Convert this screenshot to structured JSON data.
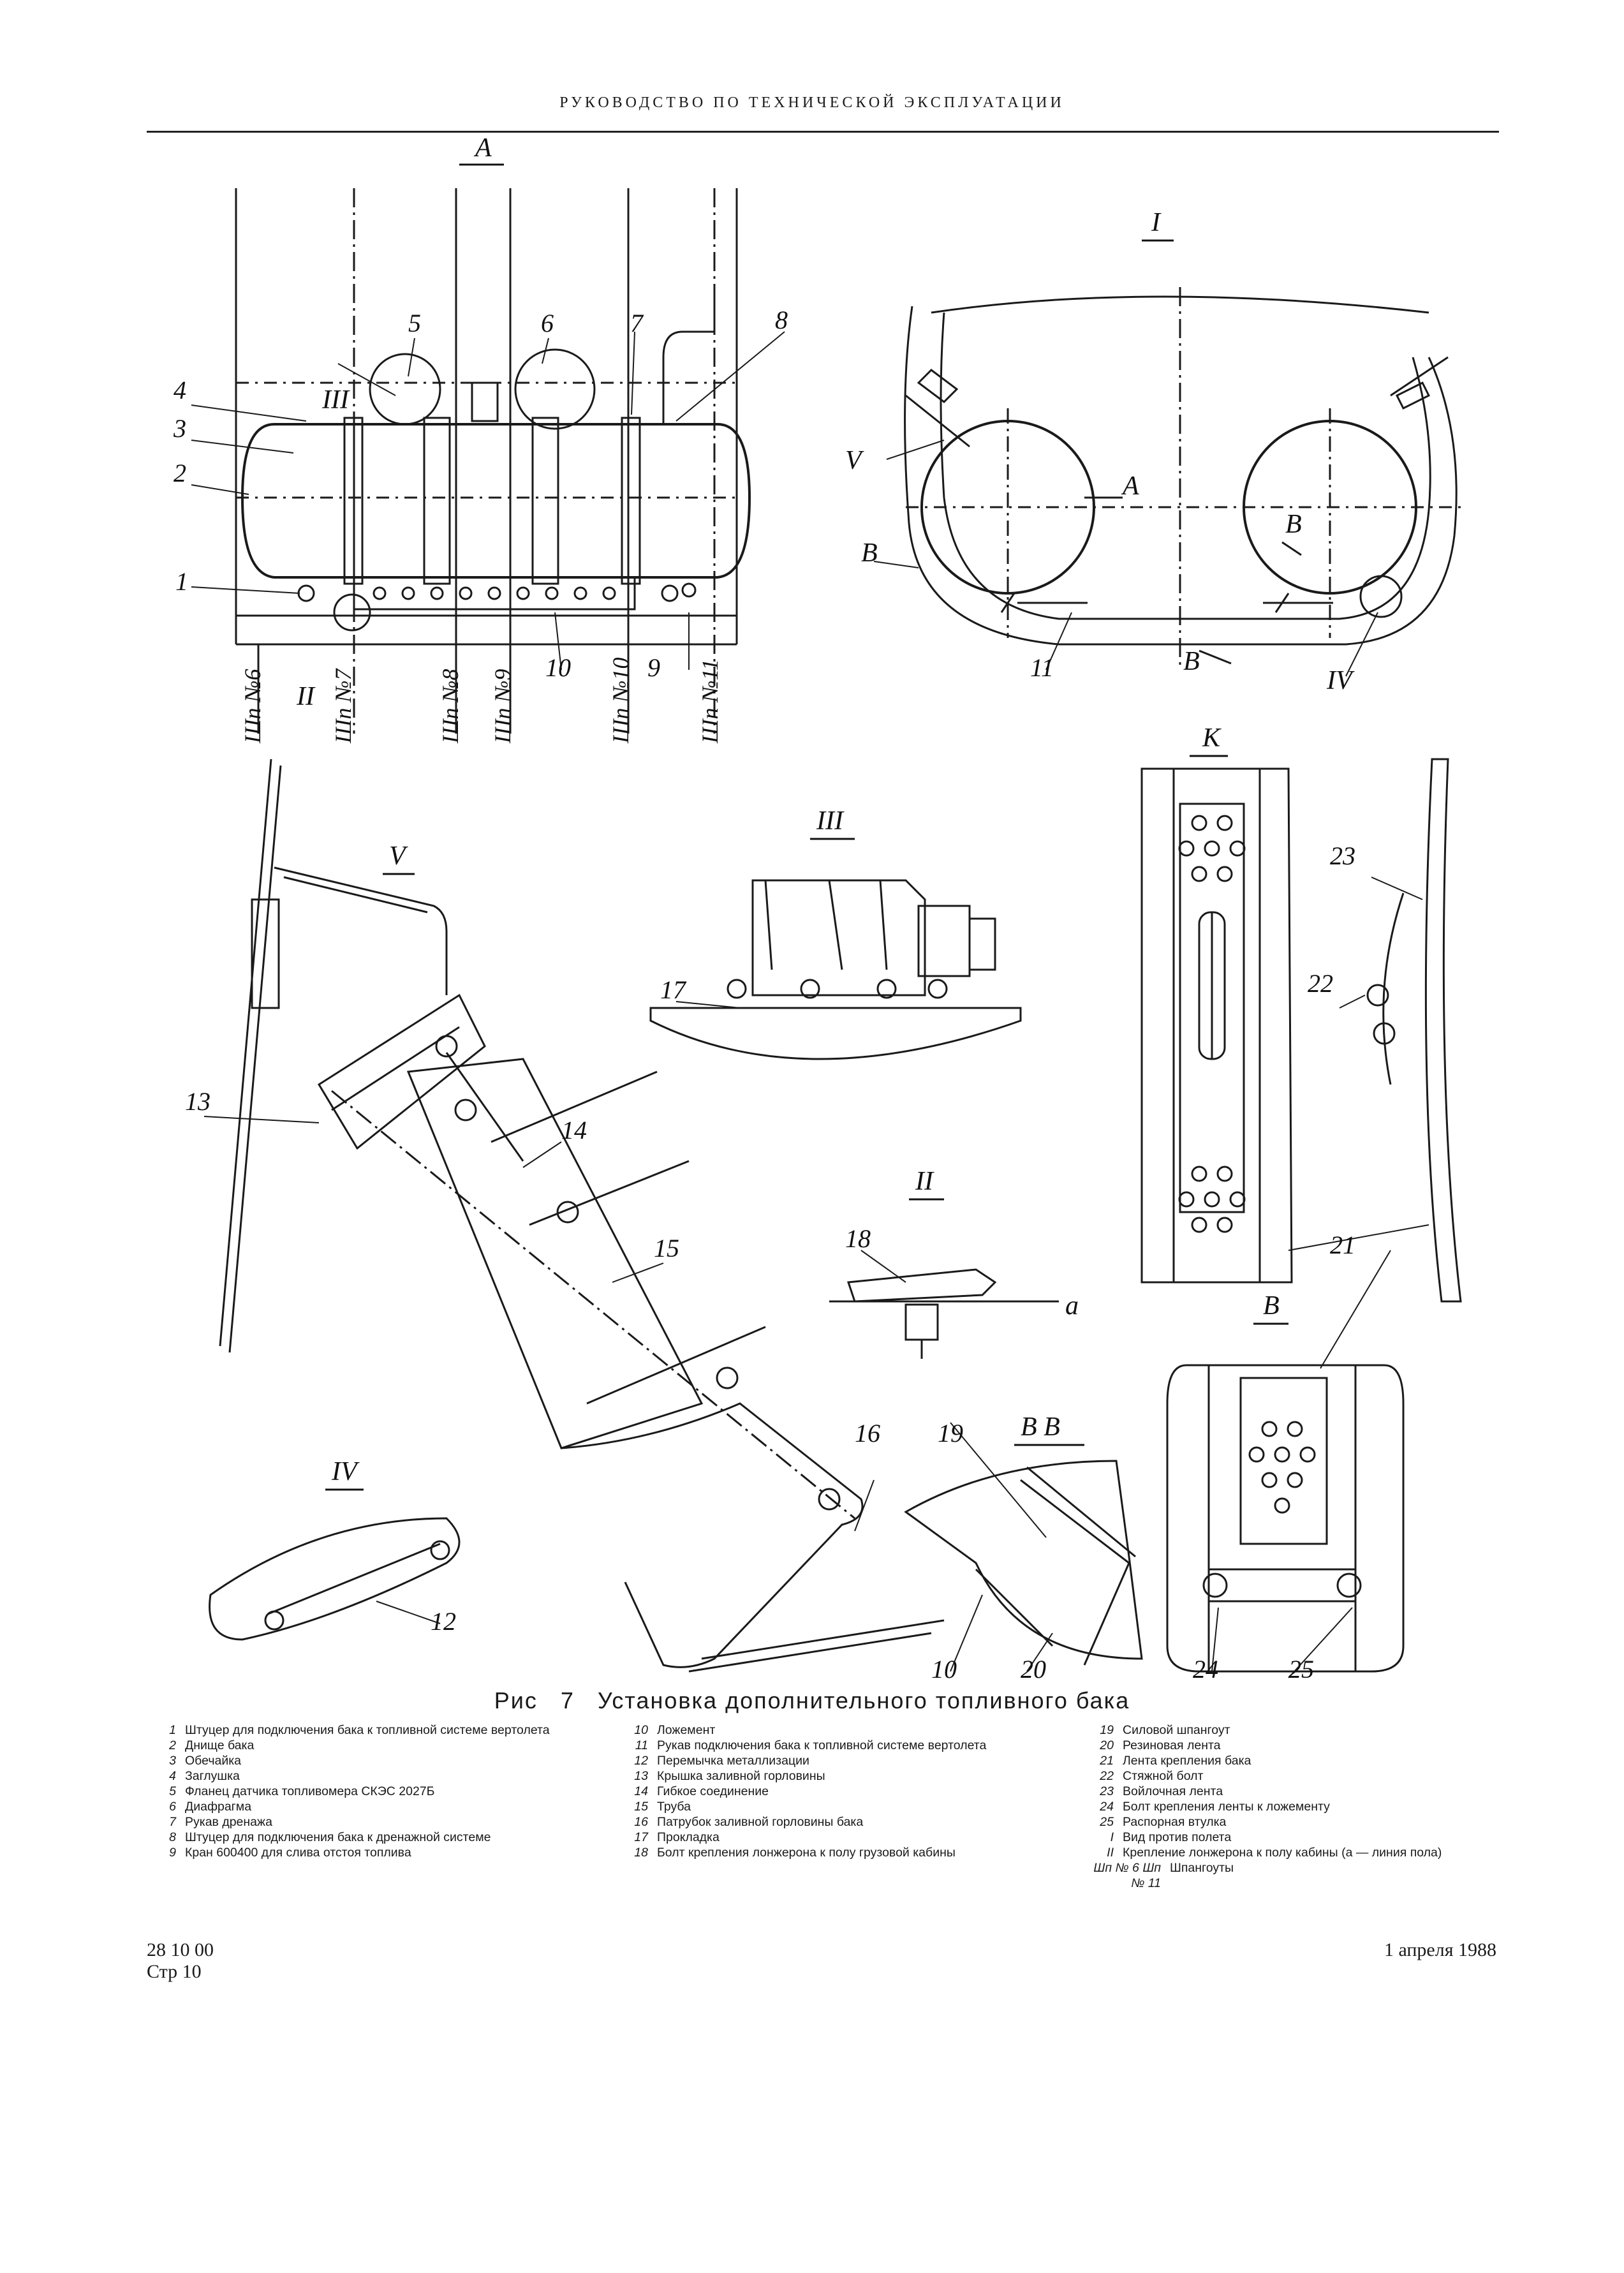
{
  "header": {
    "title": "РУКОВОДСТВО ПО ТЕХНИЧЕСКОЙ ЭКСПЛУАТАЦИИ"
  },
  "figure": {
    "views": {
      "A": "А",
      "I": "I",
      "II": "II",
      "III": "III",
      "IV": "IV",
      "V": "V",
      "K": "К",
      "B": "В",
      "BB": "В В",
      "a": "а"
    },
    "frames": [
      "Шп №6",
      "Шп №7",
      "Шп №8",
      "Шп №9",
      "Шп №10",
      "Шп №11"
    ],
    "callouts": [
      "1",
      "2",
      "3",
      "4",
      "5",
      "6",
      "7",
      "8",
      "9",
      "10",
      "11",
      "12",
      "13",
      "14",
      "15",
      "16",
      "17",
      "18",
      "19",
      "20",
      "21",
      "22",
      "23",
      "24",
      "25"
    ]
  },
  "caption": {
    "prefix": "Рис",
    "number": "7",
    "title": "Установка дополнительного топливного бака"
  },
  "legend": {
    "col1": [
      {
        "n": "1",
        "t": "Штуцер для подключения бака к топливной системе вертолета"
      },
      {
        "n": "2",
        "t": "Днище бака"
      },
      {
        "n": "3",
        "t": "Обечайка"
      },
      {
        "n": "4",
        "t": "Заглушка"
      },
      {
        "n": "5",
        "t": "Фланец датчика топливомера СКЭС 2027Б"
      },
      {
        "n": "6",
        "t": "Диафрагма"
      },
      {
        "n": "7",
        "t": "Рукав дренажа"
      },
      {
        "n": "8",
        "t": "Штуцер для подключения бака к дренажной системе"
      },
      {
        "n": "9",
        "t": "Кран 600400 для слива отстоя топлива"
      }
    ],
    "col2": [
      {
        "n": "10",
        "t": "Ложемент"
      },
      {
        "n": "11",
        "t": "Рукав подключения бака к топливной системе вертолета"
      },
      {
        "n": "12",
        "t": "Перемычка металлизации"
      },
      {
        "n": "13",
        "t": "Крышка заливной горловины"
      },
      {
        "n": "14",
        "t": "Гибкое соединение"
      },
      {
        "n": "15",
        "t": "Труба"
      },
      {
        "n": "16",
        "t": "Патрубок заливной горловины бака"
      },
      {
        "n": "17",
        "t": "Прокладка"
      },
      {
        "n": "18",
        "t": "Болт крепления лонжерона к полу грузовой кабины"
      }
    ],
    "col3": [
      {
        "n": "19",
        "t": "Силовой шпангоут"
      },
      {
        "n": "20",
        "t": "Резиновая лента"
      },
      {
        "n": "21",
        "t": "Лента крепления бака"
      },
      {
        "n": "22",
        "t": "Стяжной болт"
      },
      {
        "n": "23",
        "t": "Войлочная лента"
      },
      {
        "n": "24",
        "t": "Болт крепления ленты к ложементу"
      },
      {
        "n": "25",
        "t": "Распорная втулка"
      },
      {
        "n": "I",
        "t": "Вид против полета"
      },
      {
        "n": "II",
        "t": "Крепление лонжерона к полу кабины (а — линия пола)"
      },
      {
        "n": "Шп № 6  Шп № 11",
        "t": "Шпангоуты"
      }
    ]
  },
  "footer": {
    "code": "28 10 00",
    "page": "Стр 10",
    "date": "1 апреля 1988"
  }
}
